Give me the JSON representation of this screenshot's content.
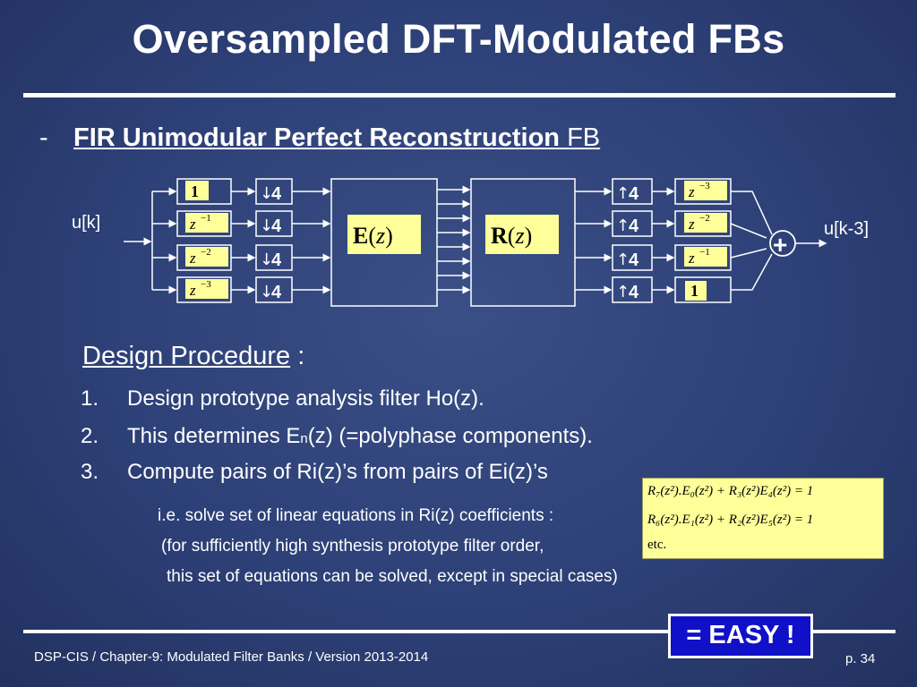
{
  "slide": {
    "title": "Oversampled  DFT-Modulated FBs",
    "bullet_dash": "-",
    "subheading_bold": "FIR Unimodular Perfect Reconstruction",
    "subheading_rest": " FB"
  },
  "diagram": {
    "input_label": "u[k]",
    "output_label": "u[k-3]",
    "analysis_delays": [
      "1",
      "z",
      "z",
      "z"
    ],
    "analysis_delay_exps": [
      "",
      "−1",
      "−2",
      "−3"
    ],
    "decimators": [
      "4",
      "4",
      "4",
      "4"
    ],
    "expanders": [
      "4",
      "4",
      "4",
      "4"
    ],
    "synthesis_delays": [
      "z",
      "z",
      "z",
      "1"
    ],
    "synthesis_delay_exps": [
      "−3",
      "−2",
      "−1",
      ""
    ],
    "E_block": {
      "letter": "E",
      "arg": "z"
    },
    "R_block": {
      "letter": "R",
      "arg": "z"
    },
    "adder_symbol": "+"
  },
  "procedure": {
    "heading": "Design Procedure",
    "heading_suffix": " :",
    "steps": [
      {
        "num": "1.",
        "pre": "Design prototype analysis filter Ho(z).",
        "sub": "",
        "post": ""
      },
      {
        "num": "2.",
        "pre": "This determines E",
        "sub": "n",
        "post": "(z) (=polyphase components)."
      },
      {
        "num": "3.",
        "pre": "Compute pairs of Ri(z)’s from pairs of Ei(z)’s",
        "sub": "",
        "post": ""
      }
    ],
    "notes": [
      "i.e. solve set of linear equations in Ri(z) coefficients :",
      "(for sufficiently high synthesis prototype filter order,",
      "this set of equations can be solved, except in special cases)"
    ]
  },
  "equations": {
    "lines": [
      "R₇(z²).E₀(z²) + R₃(z²)E₄(z²) = 1",
      "R₆(z²).E₁(z²) + R₂(z²)E₅(z²) = 1",
      "etc."
    ]
  },
  "callout": "= EASY !",
  "footer": {
    "left": "DSP-CIS  /  Chapter-9: Modulated Filter Banks  /  Version 2013-2014",
    "page": "p. 34"
  },
  "colors": {
    "background": "#2d4077",
    "equation_box": "#ffff99",
    "callout_fill": "#1010c8",
    "text": "#ffffff"
  }
}
